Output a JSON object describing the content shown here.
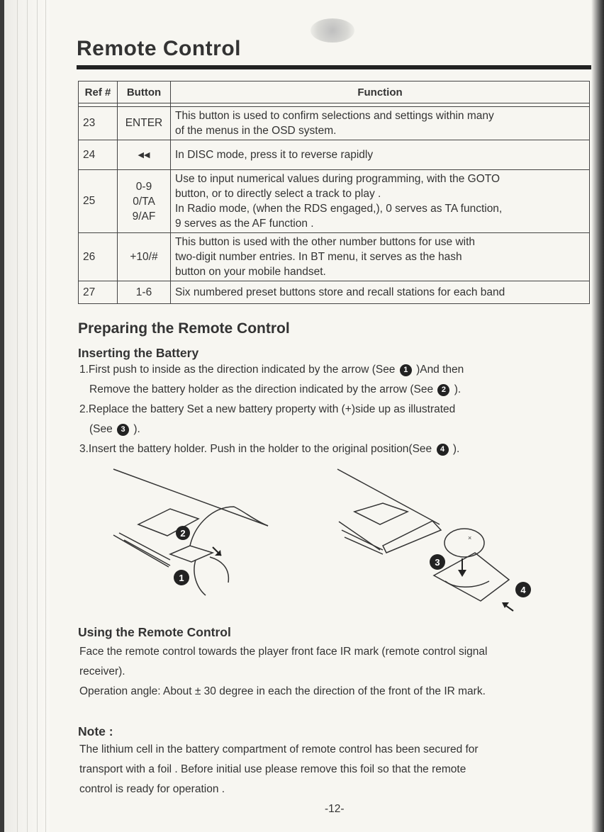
{
  "title": "Remote Control",
  "table": {
    "headers": {
      "ref": "Ref #",
      "button": "Button",
      "function": "Function"
    },
    "rows": [
      {
        "ref": "23",
        "button": [
          "ENTER"
        ],
        "function": [
          "This button is used to confirm selections and settings within many",
          "of the menus in the OSD system."
        ]
      },
      {
        "ref": "24",
        "button": [
          "◀◀"
        ],
        "function": [
          "In  DISC mode, press it to reverse rapidly"
        ]
      },
      {
        "ref": "25",
        "button": [
          "0-9",
          "0/TA",
          "9/AF"
        ],
        "function": [
          "Use to input numerical values during programming, with the GOTO",
          "button, or to directly select a track to play .",
          "In Radio mode, (when the RDS engaged,), 0 serves as TA function,",
          "9 serves as the AF function ."
        ]
      },
      {
        "ref": "26",
        "button": [
          "+10/#"
        ],
        "function": [
          "This button is used with the other number buttons for use with",
          "two-digit number entries. In BT menu, it serves as the hash",
          "button on your mobile handset."
        ]
      },
      {
        "ref": "27",
        "button": [
          "1-6"
        ],
        "function": [
          "Six numbered preset buttons store and recall stations for each band"
        ]
      }
    ]
  },
  "preparing": {
    "heading": "Preparing the Remote Control",
    "subheading": "Inserting the Battery",
    "step1a": "1.First  push to inside as the direction indicated by the arrow (See",
    "step1a_tail": ")And  then",
    "step1b": "Remove the battery holder as the direction indicated by the arrow (See",
    "step1b_tail": ").",
    "step2a": "2.Replace the battery Set a new battery property with (+)side up as illustrated",
    "step2b": "(See",
    "step2b_tail": ").",
    "step3": "3.Insert the battery holder. Push in the holder to the original position(See",
    "step3_tail": ").",
    "markers": [
      "1",
      "2",
      "3",
      "4"
    ]
  },
  "using": {
    "heading": "Using the Remote Control",
    "line1": "Face the remote control towards the player front face IR mark (remote control signal",
    "line2": "receiver).",
    "line3": "Operation angle:  About ± 30 degree in each the direction of the front of the IR mark."
  },
  "note": {
    "heading": "Note :",
    "line1": "The lithium cell in the battery compartment of remote control has been secured for",
    "line2": "transport with a foil . Before initial use please remove this foil so that the remote",
    "line3": "control is ready  for operation ."
  },
  "page_number": "-12-"
}
